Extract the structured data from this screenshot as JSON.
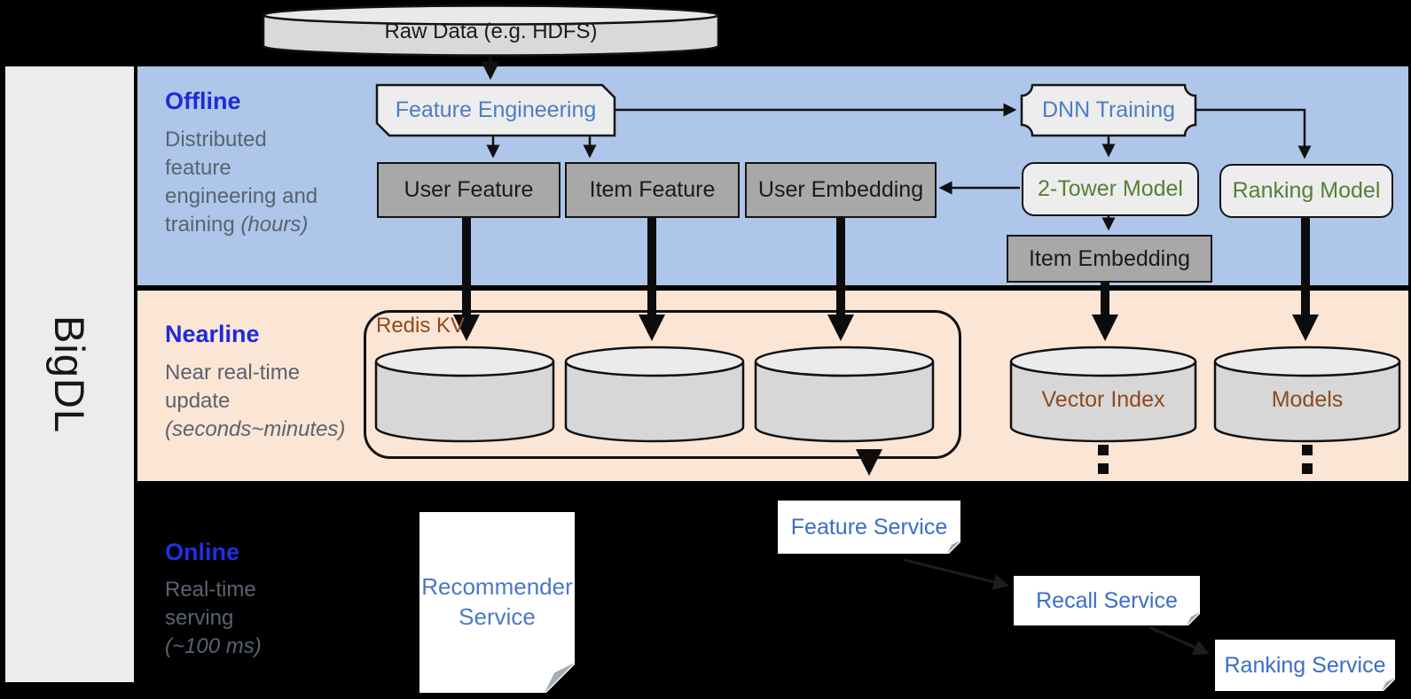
{
  "brand": {
    "name": "BigDL"
  },
  "data_sources": {
    "raw_data": "Raw Data (e.g. HDFS)"
  },
  "bands": {
    "offline": {
      "label": "Offline",
      "desc_lines": [
        "Distributed",
        "feature",
        "engineering and"
      ],
      "desc_last": "training",
      "time": "(hours)"
    },
    "nearline": {
      "label": "Nearline",
      "desc_lines": [
        "Near real-time",
        "update"
      ],
      "time": "(seconds~minutes)"
    },
    "online": {
      "label": "Online",
      "desc_lines": [
        "Real-time",
        "serving"
      ],
      "time": "(~100 ms)"
    }
  },
  "offline": {
    "feature_engineering": "Feature Engineering",
    "user_feature": "User Feature",
    "item_feature": "Item Feature",
    "user_embedding": "User Embedding",
    "dnn_training": "DNN Training",
    "two_tower_model": "2-Tower Model",
    "ranking_model": "Ranking Model",
    "item_embedding": "Item Embedding"
  },
  "nearline": {
    "redis_kv": "Redis KV",
    "vector_index": "Vector Index",
    "models": "Models"
  },
  "online": {
    "recommender_service": "Recommender Service",
    "feature_service": "Feature Service",
    "recall_service": "Recall Service",
    "ranking_service": "Ranking Service"
  },
  "colors": {
    "offline_band": "#aec6ea",
    "nearline_band": "#fbe5d5",
    "online_band": "#000000",
    "band_label_blue": "#1e2bd4",
    "band_desc_gray": "#59636f",
    "blue_node_text": "#4d7dc4",
    "green_node_text": "#567f36",
    "brown_node_text": "#8f4a1a",
    "service_text": "#3b6dc9",
    "gray_box_fill": "#a8a8a8",
    "light_box_fill": "#ededed",
    "cylinder_fill": "#d7d7d7"
  }
}
